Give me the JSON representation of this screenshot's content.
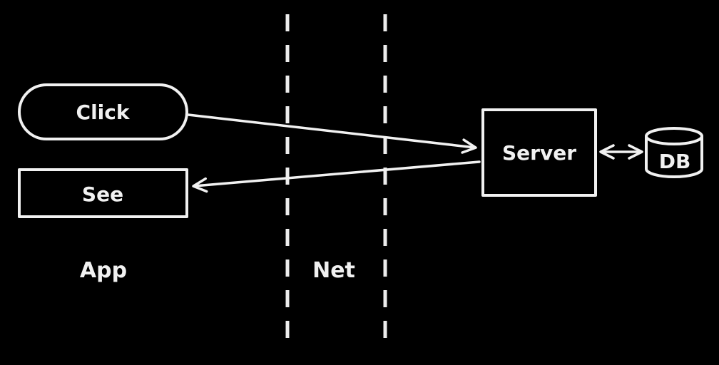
{
  "diagram": {
    "title_hint": "client-server round trip sketch",
    "colors": {
      "background": "#000000",
      "stroke": "#f1f1f1",
      "text": "#f1f1f1"
    },
    "nodes": {
      "click": {
        "label": "Click",
        "shape": "stadium"
      },
      "see": {
        "label": "See",
        "shape": "rectangle"
      },
      "server": {
        "label": "Server",
        "shape": "rectangle"
      },
      "db": {
        "label": "DB",
        "shape": "cylinder"
      }
    },
    "lanes": {
      "app": {
        "label": "App"
      },
      "net": {
        "label": "Net"
      }
    },
    "edges": [
      {
        "from": "click",
        "to": "server",
        "direction": "one-way"
      },
      {
        "from": "server",
        "to": "see",
        "direction": "one-way"
      },
      {
        "from": "server",
        "to": "db",
        "direction": "two-way"
      }
    ]
  }
}
